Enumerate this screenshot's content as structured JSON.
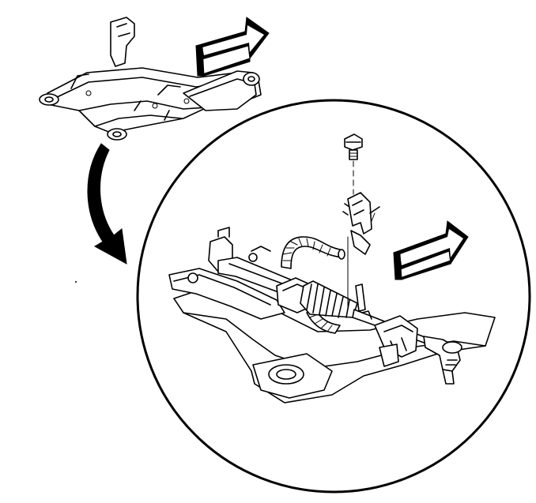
{
  "colors": {
    "ink": "#000000",
    "paper": "#ffffff"
  },
  "figure": {
    "subframe": "front-subframe-overview",
    "detail": "steering-gear-mounting-detail",
    "direction": "vehicle-front"
  }
}
